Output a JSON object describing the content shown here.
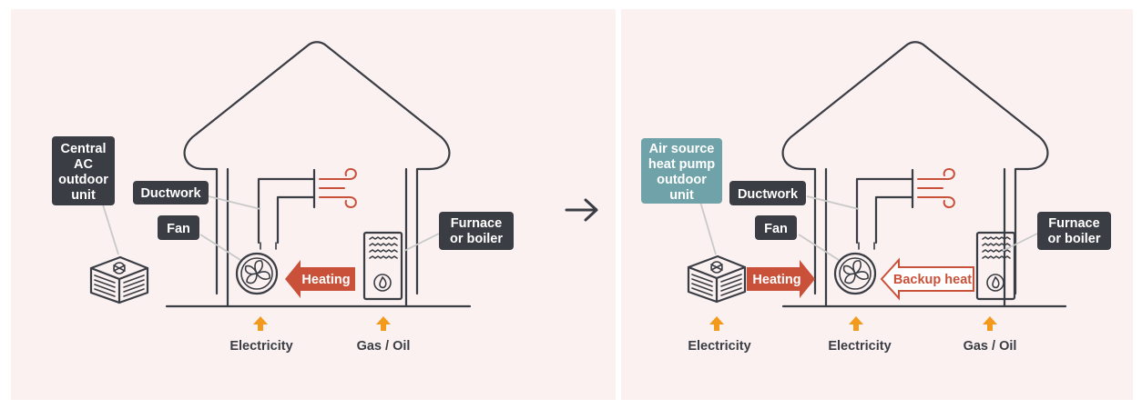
{
  "left": {
    "outdoor_unit": "Central AC outdoor unit",
    "outdoor_unit_lines": [
      "Central",
      "AC",
      "outdoor",
      "unit"
    ],
    "ductwork": "Ductwork",
    "fan": "Fan",
    "furnace_lines": [
      "Furnace",
      "or boiler"
    ],
    "heating": "Heating",
    "energy": [
      "Electricity",
      "Gas / Oil"
    ]
  },
  "right": {
    "outdoor_unit_lines": [
      "Air source",
      "heat pump",
      "outdoor",
      "unit"
    ],
    "ductwork": "Ductwork",
    "fan": "Fan",
    "furnace_lines": [
      "Furnace",
      "or boiler"
    ],
    "heating": "Heating",
    "backup_heat": "Backup heat",
    "energy": [
      "Electricity",
      "Electricity",
      "Gas / Oil"
    ]
  },
  "transition_icon": "right-arrow-icon",
  "colors": {
    "background": "#faf1f0",
    "label": "#3a3d44",
    "heat_pump_label": "#6fa3a9",
    "heating": "#c9513a",
    "energy_arrow": "#f39a1d"
  }
}
